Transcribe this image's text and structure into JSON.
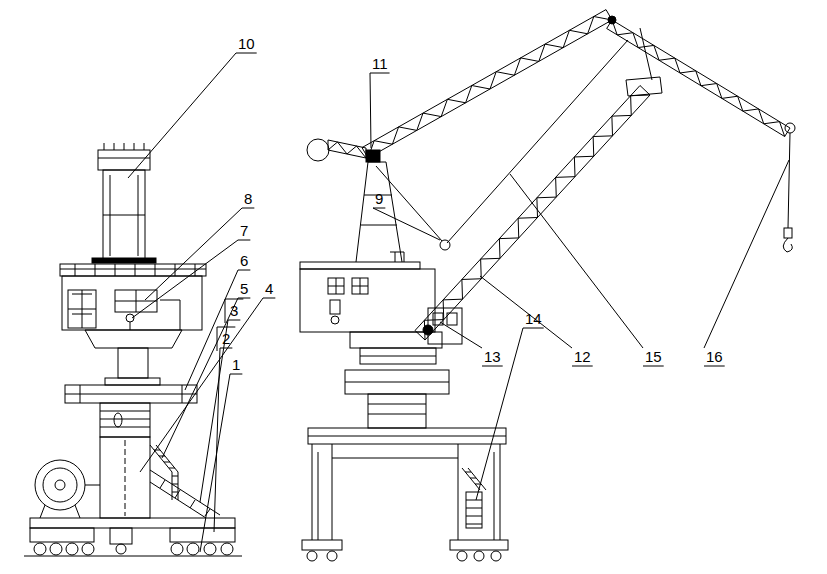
{
  "diagram": {
    "labels": [
      "10",
      "11",
      "9",
      "8",
      "7",
      "6",
      "5",
      "4",
      "3",
      "14",
      "13",
      "12",
      "15",
      "16",
      "2",
      "1"
    ]
  }
}
